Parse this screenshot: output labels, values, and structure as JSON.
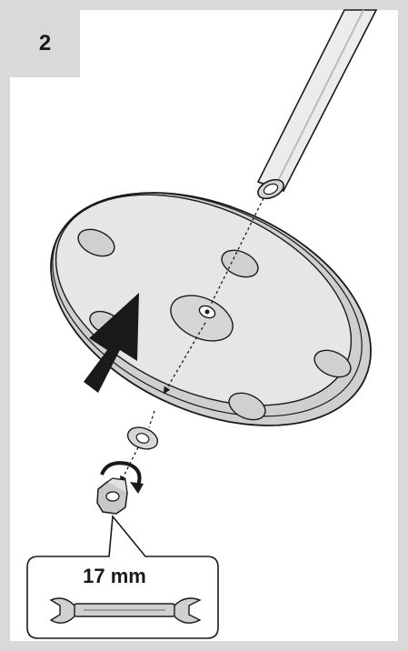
{
  "step": {
    "number": "2"
  },
  "tool": {
    "label": "17 mm"
  },
  "colors": {
    "frame": "#d9d9d9",
    "plate": "#e6e6e6",
    "plate_rim": "#cfcfcf",
    "arrow": "#1a1a1a",
    "nut": "#c8c8c8",
    "wrench": "#bfbfbf"
  },
  "icons": [
    "umbrella-pole",
    "base-plate",
    "push-arrow",
    "washer",
    "nut",
    "tighten-arrow",
    "wrench-icon"
  ]
}
